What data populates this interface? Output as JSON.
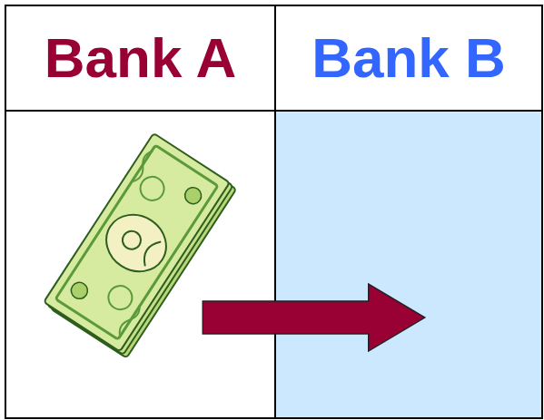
{
  "diagram": {
    "nodes": [
      {
        "text": [
          "Bank A"
        ]
      },
      {
        "text": [
          "Bank B"
        ]
      }
    ],
    "edges": [
      {
        "from": 0,
        "to": 1,
        "arrow": "to"
      }
    ]
  }
}
